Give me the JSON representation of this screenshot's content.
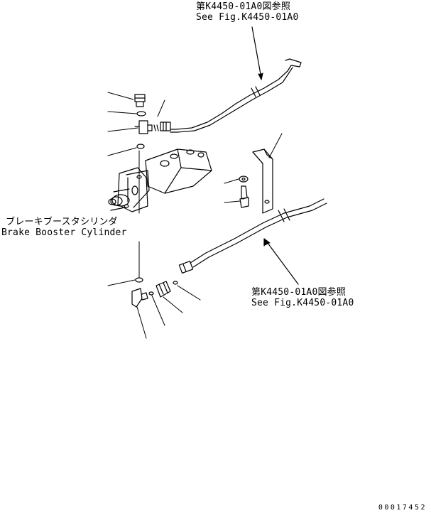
{
  "labels": {
    "top_reference": {
      "line1": "第K4450-01A0図参照",
      "line2": "See Fig.K4450-01A0"
    },
    "brake_booster": {
      "line1": "ブレーキブースタシリンダ",
      "line2": "Brake Booster Cylinder"
    },
    "bottom_reference": {
      "line1": "第K4450-01A0図参照",
      "line2": "See Fig.K4450-01A0"
    }
  },
  "drawing_number": "00017452",
  "colors": {
    "ink": "#000000",
    "background": "#ffffff"
  }
}
